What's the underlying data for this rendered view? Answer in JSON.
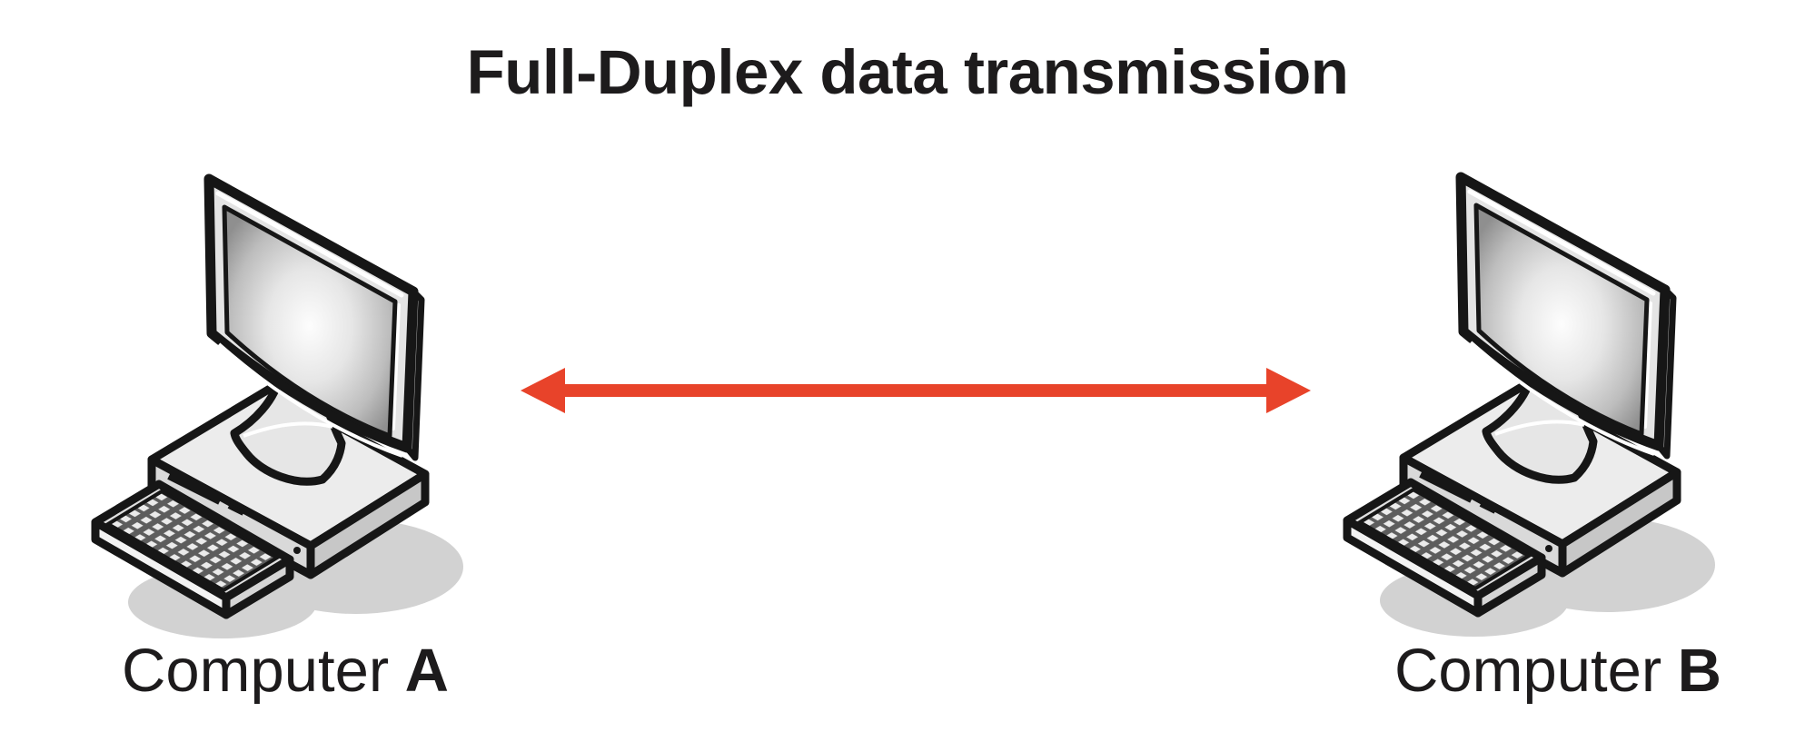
{
  "title": "Full-Duplex data transmission",
  "computers": [
    {
      "name": "Computer",
      "letter": "A",
      "icon": "desktop-computer-icon"
    },
    {
      "name": "Computer",
      "letter": "B",
      "icon": "desktop-computer-icon"
    }
  ],
  "link": {
    "color": "#E8432A",
    "type": "bidirectional-arrow"
  }
}
